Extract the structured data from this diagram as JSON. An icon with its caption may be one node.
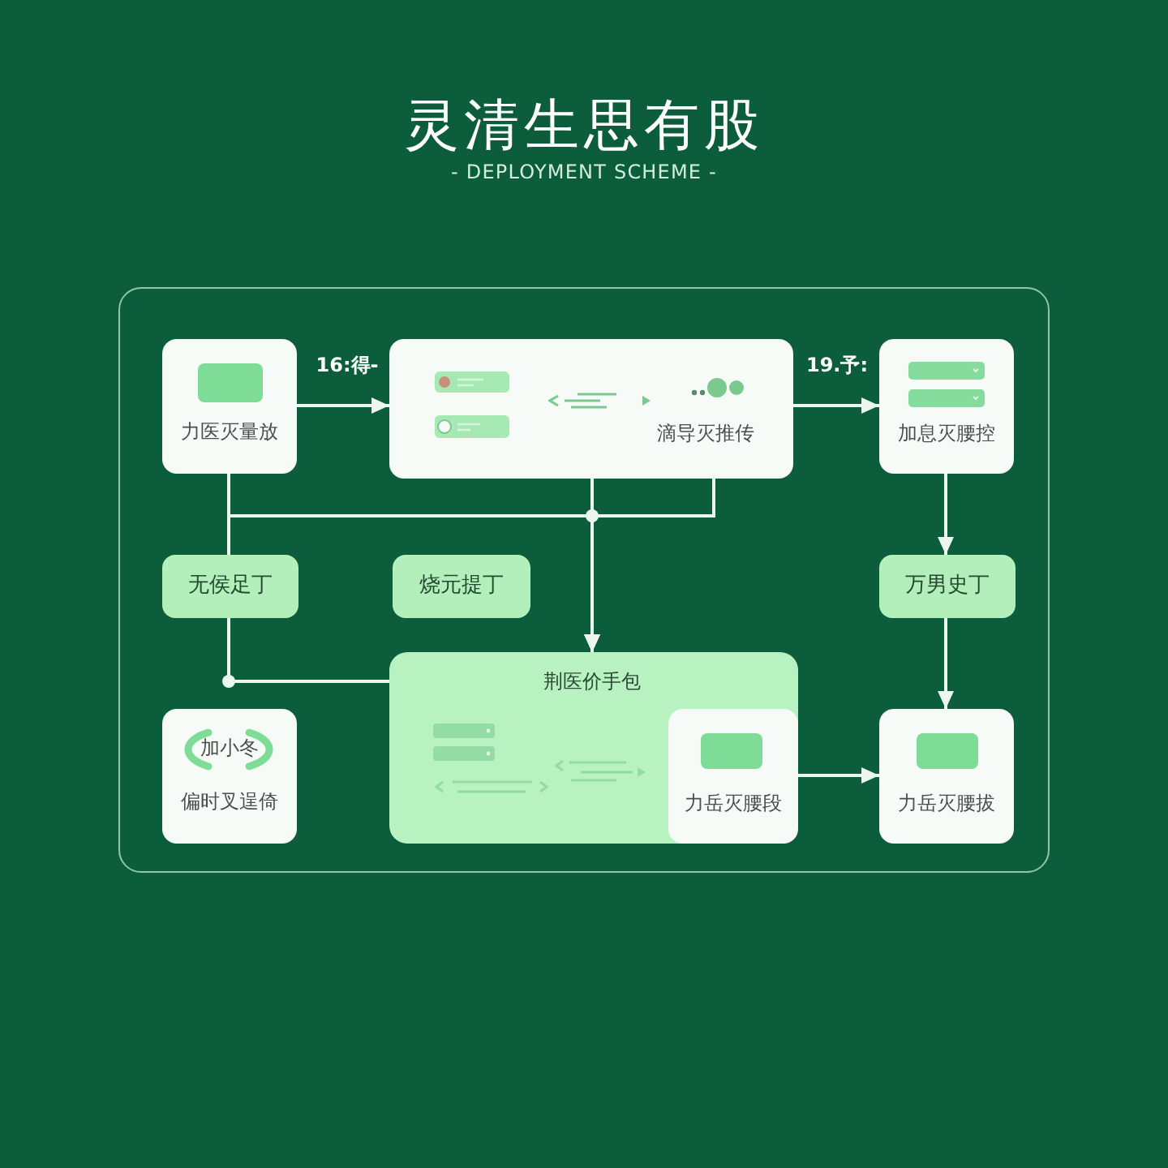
{
  "diagram": {
    "title": "灵清生思有股",
    "labels": [
      "- DEPLOYMENT SCHEME -"
    ],
    "nodes": [
      {
        "text": [
          "力医灭量放"
        ]
      },
      {
        "text": [
          "滴导灭推传"
        ]
      },
      {
        "text": [
          "加息灭腰控"
        ]
      },
      {
        "text": [
          "无侯足丁"
        ]
      },
      {
        "text": [
          "烧元提丁"
        ]
      },
      {
        "text": [
          "万男史丁"
        ]
      },
      {
        "text": [
          "加小冬",
          "偏时叉逞倚"
        ]
      },
      {
        "text": [
          "荆医价手包"
        ]
      },
      {
        "text": [
          "力岳灭腰段"
        ],
        "in": 7
      },
      {
        "text": [
          "力岳灭腰拔"
        ]
      }
    ],
    "edges": [
      {
        "from": 0,
        "to": 1,
        "arrow": "to",
        "label": "16:得-"
      },
      {
        "from": 1,
        "to": 2,
        "arrow": "to",
        "label": "19.予:"
      },
      {
        "from": 2,
        "to": 5,
        "arrow": "to"
      },
      {
        "from": 5,
        "to": 9,
        "arrow": "to"
      },
      {
        "from": 8,
        "to": 9,
        "arrow": "to"
      },
      {
        "from": 0,
        "to": 3,
        "arrow": "none"
      },
      {
        "from": 0,
        "to": 7,
        "arrow": "to"
      },
      {
        "from": 1,
        "to": 7,
        "arrow": "to"
      },
      {
        "from": 1,
        "to": 7,
        "arrow": "to"
      },
      {
        "from": 3,
        "to": 7,
        "arrow": "none"
      }
    ]
  }
}
